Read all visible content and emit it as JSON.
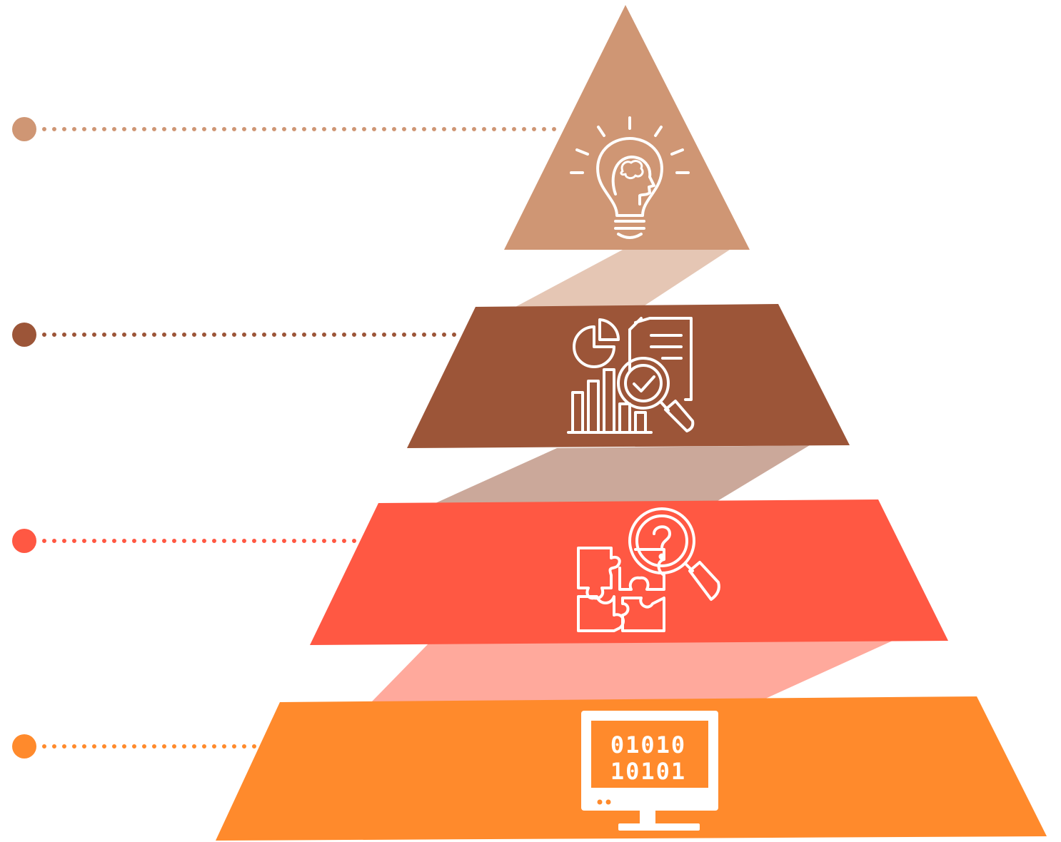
{
  "diagram": {
    "type": "pyramid",
    "levels": [
      {
        "level": 1,
        "icon": "lightbulb-brain-icon",
        "color": "#CF9674",
        "connector_color": "#E5C6B4",
        "marker_color": "#CF9674"
      },
      {
        "level": 2,
        "icon": "data-analysis-report-icon",
        "color": "#9C5538",
        "connector_color": "#CBA89A",
        "marker_color": "#9C5538"
      },
      {
        "level": 3,
        "icon": "puzzle-search-question-icon",
        "color": "#FF5843",
        "connector_color": "#FFA99C",
        "marker_color": "#FF5843"
      },
      {
        "level": 4,
        "icon": "binary-monitor-icon",
        "color": "#FF8A2C",
        "marker_color": "#FF8A2C"
      }
    ],
    "binary_lines": [
      "01010",
      "10101"
    ]
  }
}
